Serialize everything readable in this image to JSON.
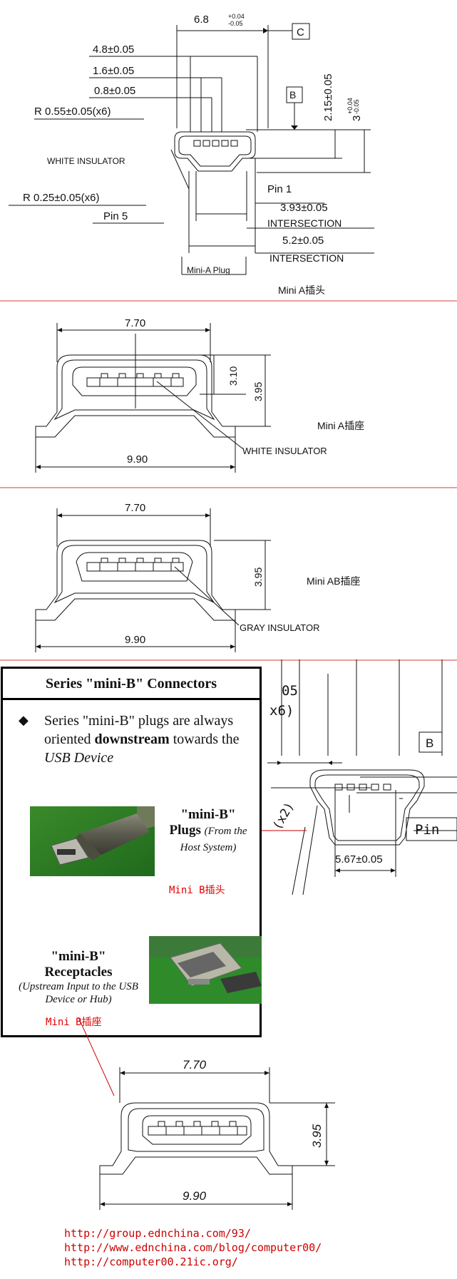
{
  "section1": {
    "dim_width": "6.8",
    "tol_plus": "+0.04",
    "tol_minus": "-0.05",
    "datum_c": "C",
    "datum_b": "B",
    "dim_4_8": "4.8±0.05",
    "dim_1_6": "1.6±0.05",
    "dim_0_8": "0.8±0.05",
    "radius_055": "R 0.55±0.05(x6)",
    "white_insulator": "WHITE INSULATOR",
    "radius_025": "R 0.25±0.05(x6)",
    "pin5": "Pin 5",
    "pin1": "Pin 1",
    "dim_393": "3.93±0.05",
    "intersection1": "INTERSECTION",
    "dim_52": "5.2±0.05",
    "intersection2": "INTERSECTION",
    "mini_a_plug": "Mini-A Plug",
    "dim_215": "2.15±0.05",
    "dim_3": "3",
    "dim_3_tol_plus": "+0.04",
    "dim_3_tol_minus": "-0.05",
    "caption": "Mini A插头"
  },
  "section2": {
    "dim_top": "7.70",
    "dim_bottom": "9.90",
    "dim_310": "3.10",
    "dim_395": "3.95",
    "insulator": "WHITE INSULATOR",
    "caption": "Mini A插座"
  },
  "section3": {
    "dim_top": "7.70",
    "dim_bottom": "9.90",
    "dim_395": "3.95",
    "insulator": "GRAY INSULATOR",
    "caption": "Mini AB插座"
  },
  "section4": {
    "title": "Series \"mini-B\" Connectors",
    "bullet_part1": "Series \"mini-B\" plugs are always oriented ",
    "bullet_bold": "downstream",
    "bullet_part2": " towards the ",
    "bullet_italic1": "USB",
    "bullet_italic2": "Device",
    "plugs_title1": "\"mini-B\"",
    "plugs_title2": "Plugs",
    "plugs_note": "(From the Host System)",
    "receptacles_title1": "\"mini-B\"",
    "receptacles_title2": "Receptacles",
    "receptacles_note": "(Upstream Input to the USB Device or Hub)",
    "plug_caption": "Mini B插头",
    "receptacle_caption": "Mini B插座",
    "right_dim_05": "05",
    "right_dim_x6": "x6)",
    "right_dim_x2": "(x2)",
    "right_datum_b": "B",
    "right_pin": "Pin",
    "right_dim_567": "5.67±0.05"
  },
  "section5": {
    "dim_top": "7.70",
    "dim_bottom": "9.90",
    "dim_395": "3.95"
  },
  "footer": {
    "url1": "http://group.ednchina.com/93/",
    "url2": "http://www.ednchina.com/blog/computer00/",
    "url3": "http://computer00.21ic.org/"
  }
}
